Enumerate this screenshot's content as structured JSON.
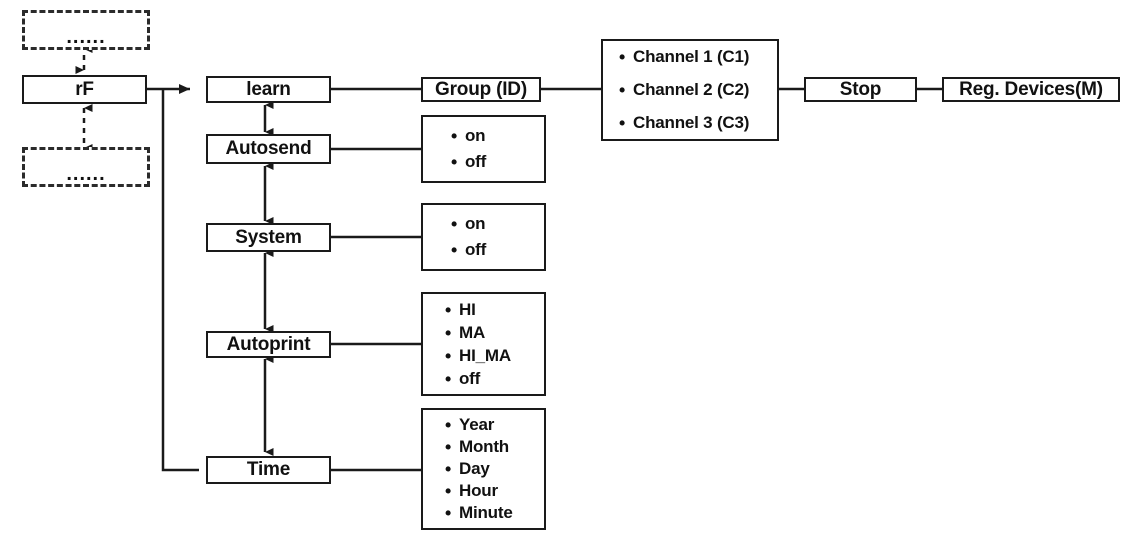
{
  "diagram": {
    "title": "rF menu navigation tree",
    "colors": {
      "stroke": "#1a1a1a",
      "background": "#ffffff",
      "text": "#111111"
    },
    "placeholder_upper": {
      "label": "......"
    },
    "placeholder_lower": {
      "label": "......"
    },
    "root": {
      "label": "rF"
    },
    "menu": [
      {
        "label": "learn"
      },
      {
        "label": "Autosend"
      },
      {
        "label": "System"
      },
      {
        "label": "Autoprint"
      },
      {
        "label": "Time"
      }
    ],
    "group": {
      "label": "Group (ID)"
    },
    "channels": {
      "items": [
        "Channel 1 (C1)",
        "Channel 2 (C2)",
        "Channel 3 (C3)"
      ]
    },
    "stop": {
      "label": "Stop"
    },
    "reg_devices": {
      "label": "Reg. Devices(M)"
    },
    "autosend_options": {
      "items": [
        "on",
        "off"
      ]
    },
    "system_options": {
      "items": [
        "on",
        "off"
      ]
    },
    "autoprint_options": {
      "items": [
        "HI",
        "MA",
        "HI_MA",
        "off"
      ]
    },
    "time_options": {
      "items": [
        "Year",
        "Month",
        "Day",
        "Hour",
        "Minute"
      ]
    }
  }
}
